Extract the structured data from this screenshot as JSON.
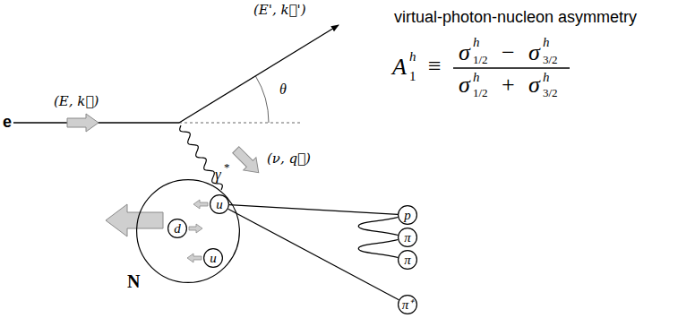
{
  "diagram": {
    "nodes": [
      {
        "text": [
          "N"
        ]
      },
      {
        "text": [
          "u"
        ],
        "in": 0
      },
      {
        "text": [
          "d"
        ],
        "in": 0
      },
      {
        "text": [
          "u"
        ],
        "in": 0
      },
      {
        "text": [
          "p"
        ]
      },
      {
        "text": [
          "π"
        ]
      },
      {
        "text": [
          "π"
        ]
      },
      {
        "text": [
          "π⁺"
        ]
      }
    ],
    "edges": [
      {
        "from": 1,
        "to": 4,
        "arrow": "none"
      },
      {
        "from": 4,
        "to": 5,
        "arrow": "none"
      },
      {
        "from": 5,
        "to": 6,
        "arrow": "none"
      },
      {
        "from": 1,
        "to": 7,
        "arrow": "none"
      }
    ],
    "labels": [
      "virtual-photon-nucleon asymmetry",
      "e",
      "(E, k⃗)",
      "(E', k⃗')",
      "θ",
      "γ",
      "*",
      "(ν, q⃗)",
      "A",
      "h",
      "1",
      "≡",
      "σ",
      "h",
      "1/2",
      "−",
      "σ",
      "h",
      "3/2",
      "σ",
      "h",
      "1/2",
      "+",
      "σ",
      "h",
      "3/2"
    ]
  }
}
